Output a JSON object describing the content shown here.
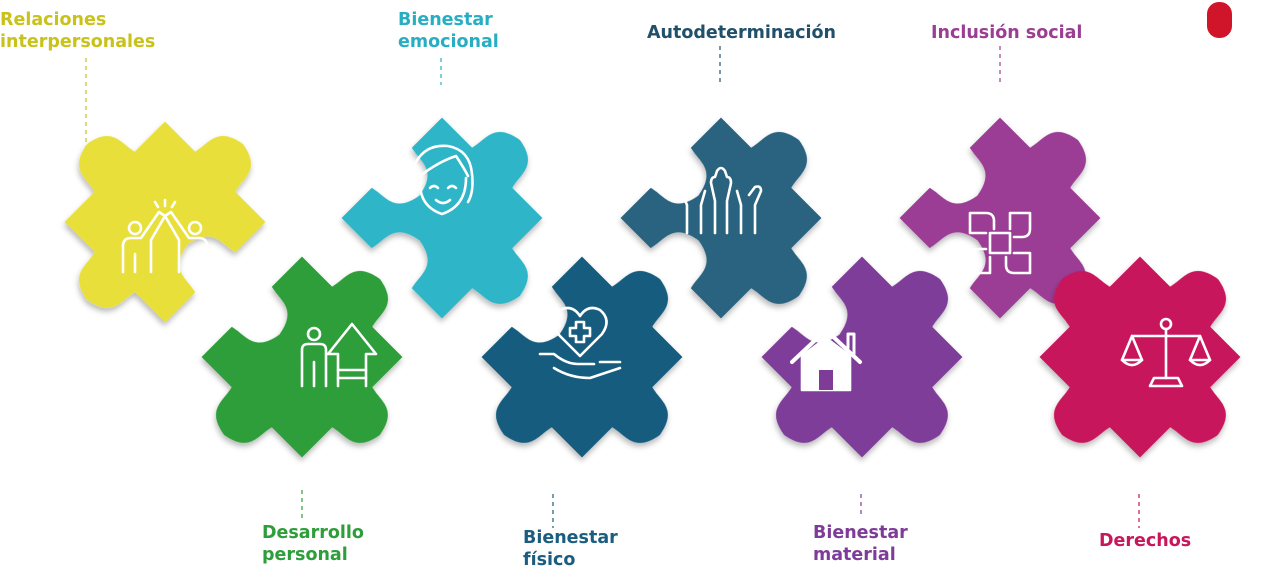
{
  "colors": {
    "yellow": "#E8DF3A",
    "green": "#2E9E3A",
    "teal": "#2EB5C8",
    "darkblue": "#175C7E",
    "slate": "#2C6380",
    "purple": "#7E3C98",
    "magenta": "#9B3E95",
    "crimson": "#C8165B",
    "labelYellow": "#C8C21B",
    "labelTeal": "#28AEC3",
    "labelSlate": "#21506A",
    "labelMagenta": "#9A3D93",
    "labelGreen": "#2E9E3A",
    "labelDarkblue": "#1A5D7F",
    "labelPurple": "#7E3C98",
    "labelCrimson": "#C8165B"
  },
  "pieces": [
    {
      "id": "relaciones",
      "icon": "high-five-icon",
      "color": "#E8DF3A"
    },
    {
      "id": "desarrollo",
      "icon": "growth-arrow-person-icon",
      "color": "#2E9E3A"
    },
    {
      "id": "emocional",
      "icon": "smiling-face-icon",
      "color": "#2EB5C8"
    },
    {
      "id": "fisico",
      "icon": "heart-hand-icon",
      "color": "#175C7E"
    },
    {
      "id": "autodeterminacion",
      "icon": "raised-hands-icon",
      "color": "#2C6380"
    },
    {
      "id": "material",
      "icon": "house-icon",
      "color": "#7E3C98"
    },
    {
      "id": "inclusion",
      "icon": "joined-hands-icon",
      "color": "#9B3E95"
    },
    {
      "id": "derechos",
      "icon": "scales-icon",
      "color": "#C8165B"
    }
  ],
  "labels": {
    "relaciones": {
      "line1": "Relaciones",
      "line2": "interpersonales"
    },
    "emocional": {
      "line1": "Bienestar",
      "line2": "emocional"
    },
    "autodeterminacion": {
      "line1": "Autodeterminación"
    },
    "inclusion": {
      "line1": "Inclusión social"
    },
    "desarrollo": {
      "line1": "Desarrollo",
      "line2": "personal"
    },
    "fisico": {
      "line1": "Bienestar",
      "line2": "físico"
    },
    "material": {
      "line1": "Bienestar",
      "line2": "material"
    },
    "derechos": {
      "line1": "Derechos"
    }
  },
  "corner_mark": {
    "icon": "red-capsule-mark",
    "color": "#D0152A"
  }
}
